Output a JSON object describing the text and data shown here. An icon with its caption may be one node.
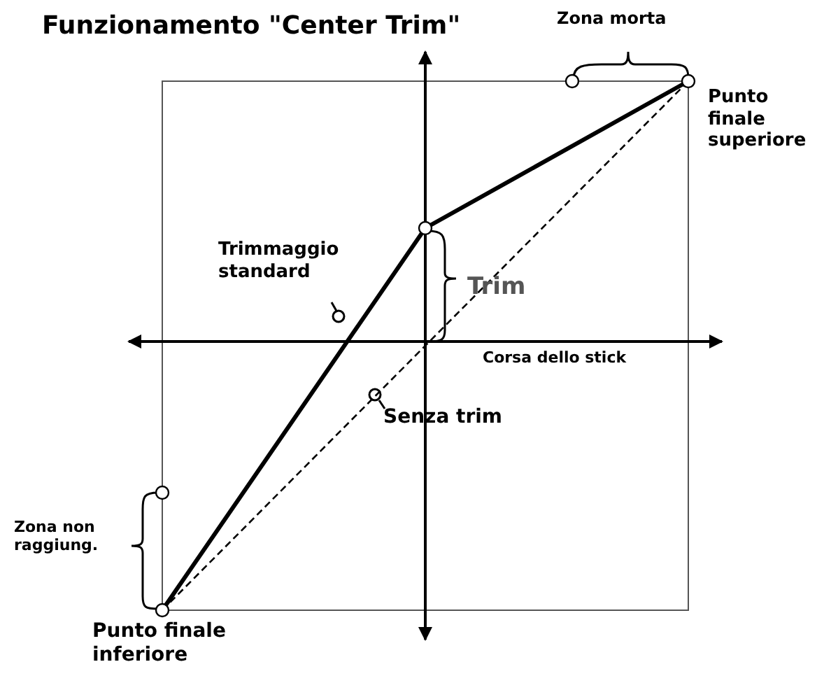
{
  "diagram": {
    "title": "Funzionamento \"Center Trim\"",
    "labels": [
      "Zona morta",
      "Punto finale superiore",
      "Trimmaggio standard",
      "Trim",
      "Corsa dello stick",
      "Senza trim",
      "Zona non raggiung.",
      "Punto finale inferiore"
    ]
  }
}
